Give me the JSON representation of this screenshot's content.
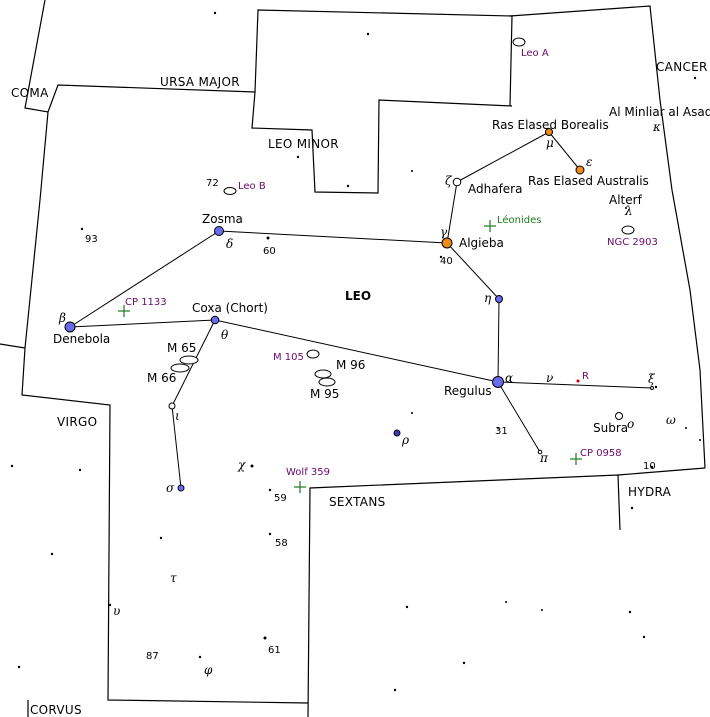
{
  "constellations": {
    "leo": "LEO",
    "ursa_major": "URSA MAJOR",
    "leo_minor": "LEO MINOR",
    "cancer": "CANCER",
    "coma": "COMA",
    "virgo": "VIRGO",
    "sextans": "SEXTANS",
    "hydra": "HYDRA",
    "corvus": "CORVUS"
  },
  "named_stars": {
    "regulus": "Regulus",
    "denebola": "Denebola",
    "zosma": "Zosma",
    "coxa": "Coxa (Chort)",
    "algieba": "Algieba",
    "adhafera": "Adhafera",
    "ras_elased_borealis": "Ras Elased Borealis",
    "ras_elased_australis": "Ras Elased Australis",
    "al_minliar_al_asad": "Al Minliar al Asad",
    "alterf": "Alterf",
    "subra": "Subra"
  },
  "greek_letters": {
    "alpha": "α",
    "beta": "β",
    "gamma": "γ",
    "delta": "δ",
    "epsilon": "ε",
    "zeta": "ζ",
    "eta": "η",
    "theta": "θ",
    "iota": "ι",
    "kappa": "κ",
    "lambda": "λ",
    "mu": "μ",
    "nu": "ν",
    "xi": "ξ",
    "omicron": "o",
    "pi": "π",
    "rho": "ρ",
    "sigma": "σ",
    "tau": "τ",
    "upsilon": "υ",
    "phi": "φ",
    "chi": "χ",
    "omega": "ω"
  },
  "flamsteed_numbers": {
    "n72": "72",
    "n93": "93",
    "n60": "60",
    "n40": "40",
    "n31": "31",
    "n10": "10",
    "n59": "59",
    "n58": "58",
    "n87": "87",
    "n61": "61"
  },
  "deep_sky": {
    "leo_a": "Leo A",
    "leo_b": "Leo B",
    "ngc2903": "NGC 2903",
    "m65": "M 65",
    "m66": "M 66",
    "m105": "M 105",
    "m96": "M 96",
    "m95": "M 95"
  },
  "other_objects": {
    "leonides": "Léonides",
    "cp1133": "CP 1133",
    "cp0958": "CP 0958",
    "wolf359": "Wolf 359",
    "r_var": "R"
  },
  "colors": {
    "blue_star": "#6b6bf0",
    "orange_star": "#f08a1a",
    "galaxy_label": "#6b0a6b",
    "marker_green": "#1f7a1f",
    "variable_red": "#cc0000"
  }
}
